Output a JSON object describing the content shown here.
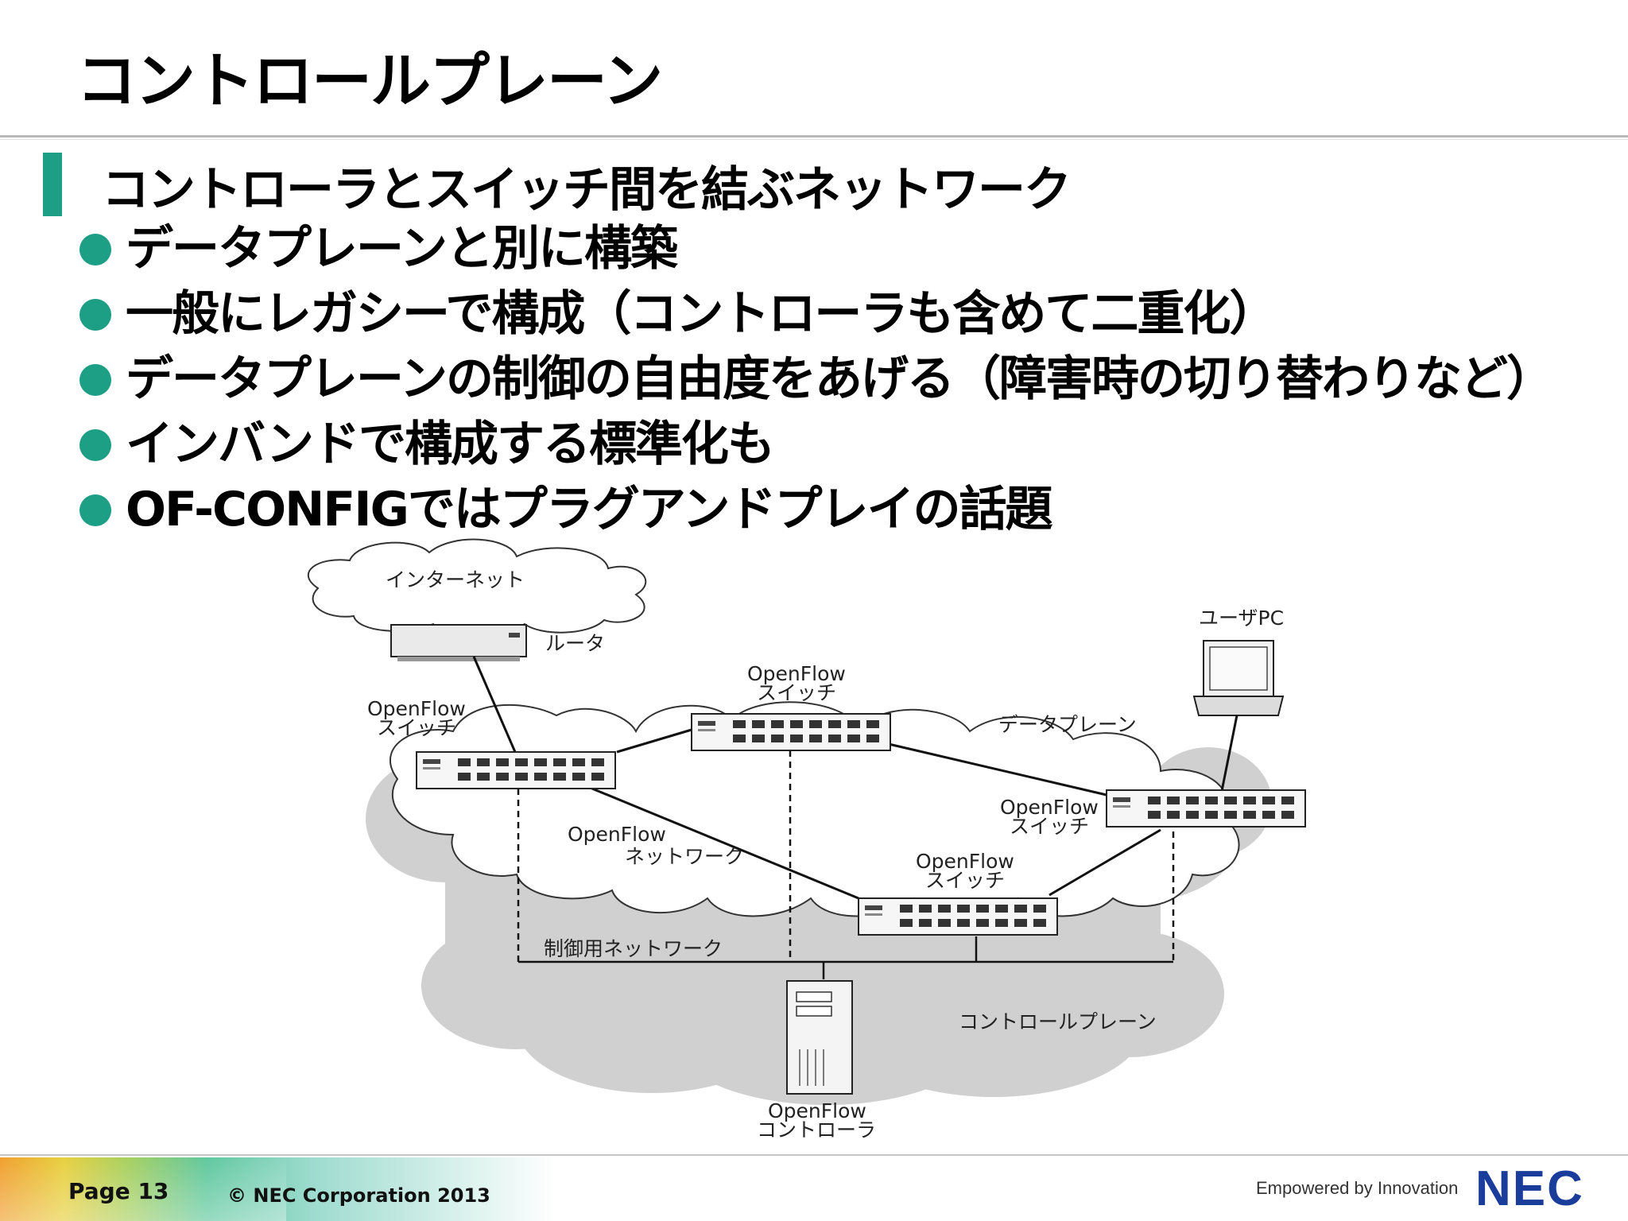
{
  "slide": {
    "title": "コントロールプレーン",
    "subheading": "コントローラとスイッチ間を結ぶネットワーク",
    "bullets": [
      "データプレーンと別に構築",
      "一般にレガシーで構成（コントローラも含めて二重化）",
      "データプレーンの制御の自由度をあげる（障害時の切り替わりなど）",
      "インバンドで構成する標準化も",
      "OF-CONFIGではプラグアンドプレイの話題"
    ],
    "accent_color": "#1d9f86"
  },
  "diagram": {
    "internet_label": "インターネット",
    "router_label": "ルータ",
    "user_pc_label": "ユーザPC",
    "data_plane_label": "データプレーン",
    "openflow_network_label": [
      "OpenFlow",
      "ネットワーク"
    ],
    "control_network_label": "制御用ネットワーク",
    "control_plane_label": "コントロールプレーン",
    "switch_label": [
      "OpenFlow",
      "スイッチ"
    ],
    "controller_label": [
      "OpenFlow",
      "コントローラ"
    ]
  },
  "footer": {
    "page": "Page 13",
    "copyright": "© NEC Corporation 2013",
    "tagline": "Empowered by Innovation",
    "logo": "NEC",
    "logo_color": "#1a3c9a"
  }
}
